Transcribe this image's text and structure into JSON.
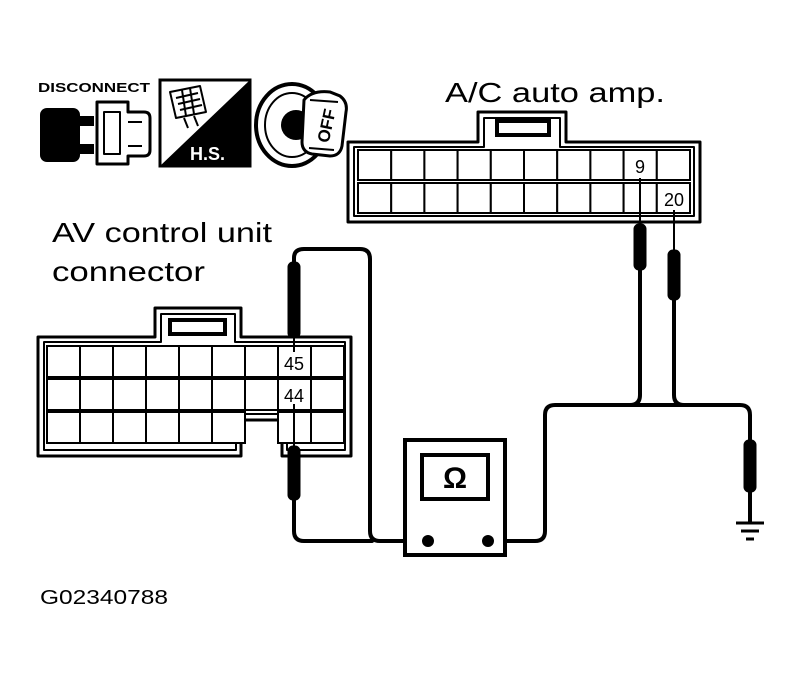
{
  "icons": {
    "disconnect_label": "DISCONNECT",
    "hs_label": "H.S.",
    "ignition_label": "OFF"
  },
  "ac_connector": {
    "title": "A/C auto amp.",
    "pins": {
      "pin_a": "9",
      "pin_b": "20"
    }
  },
  "av_connector": {
    "title_line1": "AV control unit",
    "title_line2": "connector",
    "pins": {
      "pin_a": "45",
      "pin_b": "44"
    }
  },
  "meter": {
    "symbol": "Ω"
  },
  "figure_id": "G02340788"
}
